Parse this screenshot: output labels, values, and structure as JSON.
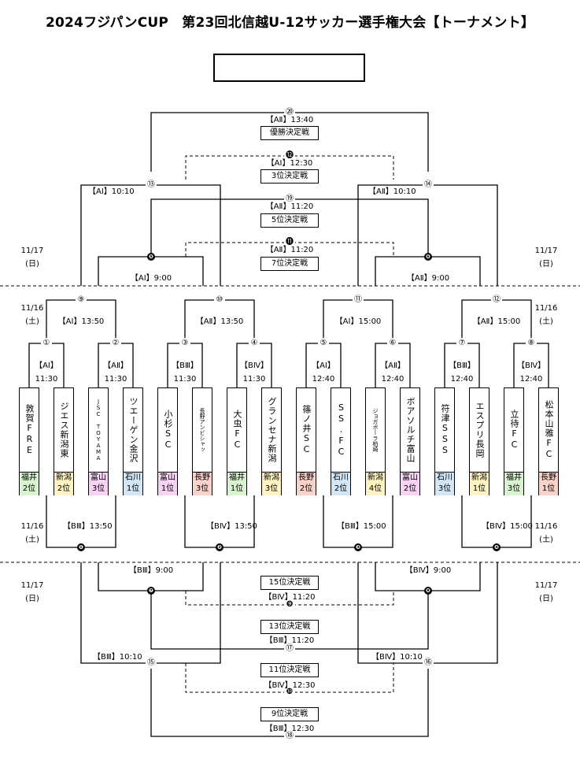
{
  "title": "2024フジパンCUP　第23回北信越U-12サッカー選手権大会【トーナメント】",
  "dates": {
    "d1117": [
      "11/17",
      "(日)"
    ],
    "d1116_top": [
      "11/16",
      "(土)"
    ],
    "d1116_bottom": [
      "11/16",
      "(土)"
    ]
  },
  "teams": [
    {
      "name": "敦賀FRE",
      "pref": "福井",
      "rank": "2位",
      "color": "#d9f2d0"
    },
    {
      "name": "ジエス新潟東",
      "pref": "新潟",
      "rank": "2位",
      "color": "#fff3c4"
    },
    {
      "name": "JSC TOYAMA",
      "pref": "富山",
      "rank": "3位",
      "color": "#f6d3f3"
    },
    {
      "name": "ツエーゲン金沢",
      "pref": "石川",
      "rank": "1位",
      "color": "#d2e6f5"
    },
    {
      "name": "小杉SC",
      "pref": "富山",
      "rank": "1位",
      "color": "#f6d3f3"
    },
    {
      "name": "長野アンビシャッ",
      "pref": "長野",
      "rank": "3位",
      "color": "#f9d2cc"
    },
    {
      "name": "大虫FC",
      "pref": "福井",
      "rank": "1位",
      "color": "#d9f2d0"
    },
    {
      "name": "グランセナ新潟",
      "pref": "新潟",
      "rank": "3位",
      "color": "#fff3c4"
    },
    {
      "name": "篠ノ井SC",
      "pref": "長野",
      "rank": "2位",
      "color": "#f9d2cc"
    },
    {
      "name": "SS.FC",
      "pref": "石川",
      "rank": "2位",
      "color": "#d2e6f5"
    },
    {
      "name": "ジョガボーラ柏崎",
      "pref": "新潟",
      "rank": "4位",
      "color": "#fff3c4"
    },
    {
      "name": "ボアソルチ富山",
      "pref": "富山",
      "rank": "2位",
      "color": "#f6d3f3"
    },
    {
      "name": "符津SSS",
      "pref": "石川",
      "rank": "3位",
      "color": "#d2e6f5"
    },
    {
      "name": "エスプリ長岡",
      "pref": "新潟",
      "rank": "1位",
      "color": "#fff3c4"
    },
    {
      "name": "立待FC",
      "pref": "福井",
      "rank": "3位",
      "color": "#d9f2d0"
    },
    {
      "name": "松本山雅FC",
      "pref": "長野",
      "rank": "1位",
      "color": "#f9d2cc"
    }
  ],
  "r1": [
    {
      "num": "①",
      "court": "【AⅠ】",
      "time": "11:30"
    },
    {
      "num": "②",
      "court": "【AⅡ】",
      "time": "11:30"
    },
    {
      "num": "③",
      "court": "【BⅢ】",
      "time": "11:30"
    },
    {
      "num": "④",
      "court": "【BⅣ】",
      "time": "11:30"
    },
    {
      "num": "⑤",
      "court": "【AⅠ】",
      "time": "12:40"
    },
    {
      "num": "⑥",
      "court": "【AⅡ】",
      "time": "12:40"
    },
    {
      "num": "⑦",
      "court": "【BⅢ】",
      "time": "12:40"
    },
    {
      "num": "⑧",
      "court": "【BⅣ】",
      "time": "12:40"
    }
  ],
  "qf": [
    {
      "num": "⑨",
      "label": "【AⅠ】13:50"
    },
    {
      "num": "⑩",
      "label": "【AⅡ】13:50"
    },
    {
      "num": "⑪",
      "label": "【AⅠ】15:00"
    },
    {
      "num": "⑫",
      "label": "【AⅡ】15:00"
    }
  ],
  "lower_r2": [
    {
      "num": "❶",
      "label": "【BⅢ】13:50"
    },
    {
      "num": "❷",
      "label": "【BⅣ】13:50"
    },
    {
      "num": "❸",
      "label": "【BⅢ】15:00"
    },
    {
      "num": "❹",
      "label": "【BⅣ】15:00"
    }
  ],
  "upper_consolation": [
    {
      "num": "❺",
      "label": "【AⅠ】9:00"
    },
    {
      "num": "❻",
      "label": "【AⅡ】9:00"
    }
  ],
  "lower_consolation": [
    {
      "num": "❼",
      "label": "【BⅢ】9:00"
    },
    {
      "num": "❽",
      "label": "【BⅣ】9:00"
    }
  ],
  "semis": [
    {
      "num": "⑬",
      "label": "【AⅠ】10:10"
    },
    {
      "num": "⑭",
      "label": "【AⅡ】10:10"
    }
  ],
  "lower_semis": [
    {
      "num": "⑮",
      "label": "【BⅢ】10:10"
    },
    {
      "num": "⑯",
      "label": "【BⅣ】10:10"
    }
  ],
  "placement": [
    {
      "key": "final",
      "num": "⑳",
      "label": "【AⅡ】13:40",
      "title": "優勝決定戦"
    },
    {
      "key": "third",
      "num": "⓬",
      "label": "【AⅠ】12:30",
      "title": "3位決定戦"
    },
    {
      "key": "fifth",
      "num": "⑲",
      "label": "【AⅡ】11:20",
      "title": "5位決定戦"
    },
    {
      "key": "seventh",
      "num": "⓫",
      "label": "【AⅡ】11:20",
      "title": "7位決定戦"
    },
    {
      "key": "fifteenth",
      "num": "❾",
      "label": "【BⅣ】11:20",
      "title": "15位決定戦"
    },
    {
      "key": "thirteenth",
      "num": "⑰",
      "label": "【BⅢ】11:20",
      "title": "13位決定戦"
    },
    {
      "key": "eleventh",
      "num": "❿",
      "label": "【BⅣ】12:30",
      "title": "11位決定戦"
    },
    {
      "key": "ninth",
      "num": "⑱",
      "label": "【BⅢ】12:30",
      "title": "9位決定戦"
    }
  ]
}
